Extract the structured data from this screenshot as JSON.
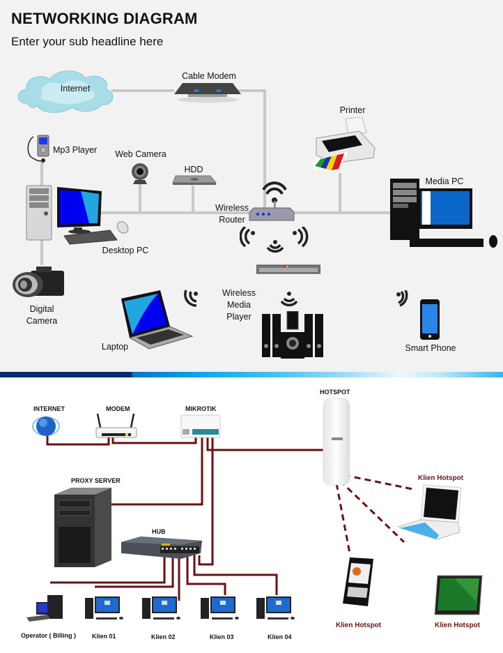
{
  "top_diagram": {
    "title": "NETWORKING DIAGRAM",
    "subtitle": "Enter your sub headline here",
    "devices": {
      "internet": "Internet",
      "cable_modem": "Cable Modem",
      "printer": "Printer",
      "mp3_player": "Mp3 Player",
      "web_camera": "Web Camera",
      "hdd": "HDD",
      "wireless_router": "Wireless\nRouter",
      "media_pc": "Media PC",
      "desktop_pc": "Desktop PC",
      "digital_camera": "Digital\nCamera",
      "wireless_media_player": "Wireless\nMedia\nPlayer",
      "laptop": "Laptop",
      "smart_phone": "Smart Phone"
    },
    "colors": {
      "background": "#f2f2f2",
      "wire": "#c8c8c8",
      "screen_blue": "#0000f0",
      "screen_cyan": "#22a6e0"
    }
  },
  "bottom_diagram": {
    "devices": {
      "internet": "INTERNET",
      "modem": "MODEM",
      "mikrotik": "MIKROTIK",
      "hotspot": "HOTSPOT",
      "proxy_server": "PROXY SERVER",
      "hub": "HUB",
      "operator": "Operator ( Billing )",
      "klien_01": "Klien 01",
      "klien_02": "Klien 02",
      "klien_03": "Klien 03",
      "klien_04": "Klien 04",
      "klien_hotspot_laptop": "Klien Hotspot",
      "klien_hotspot_phone": "Klien Hotspot",
      "klien_hotspot_tablet": "Klien Hotspot"
    },
    "colors": {
      "cable": "#6b0f12",
      "label_red": "#6b1416"
    }
  }
}
